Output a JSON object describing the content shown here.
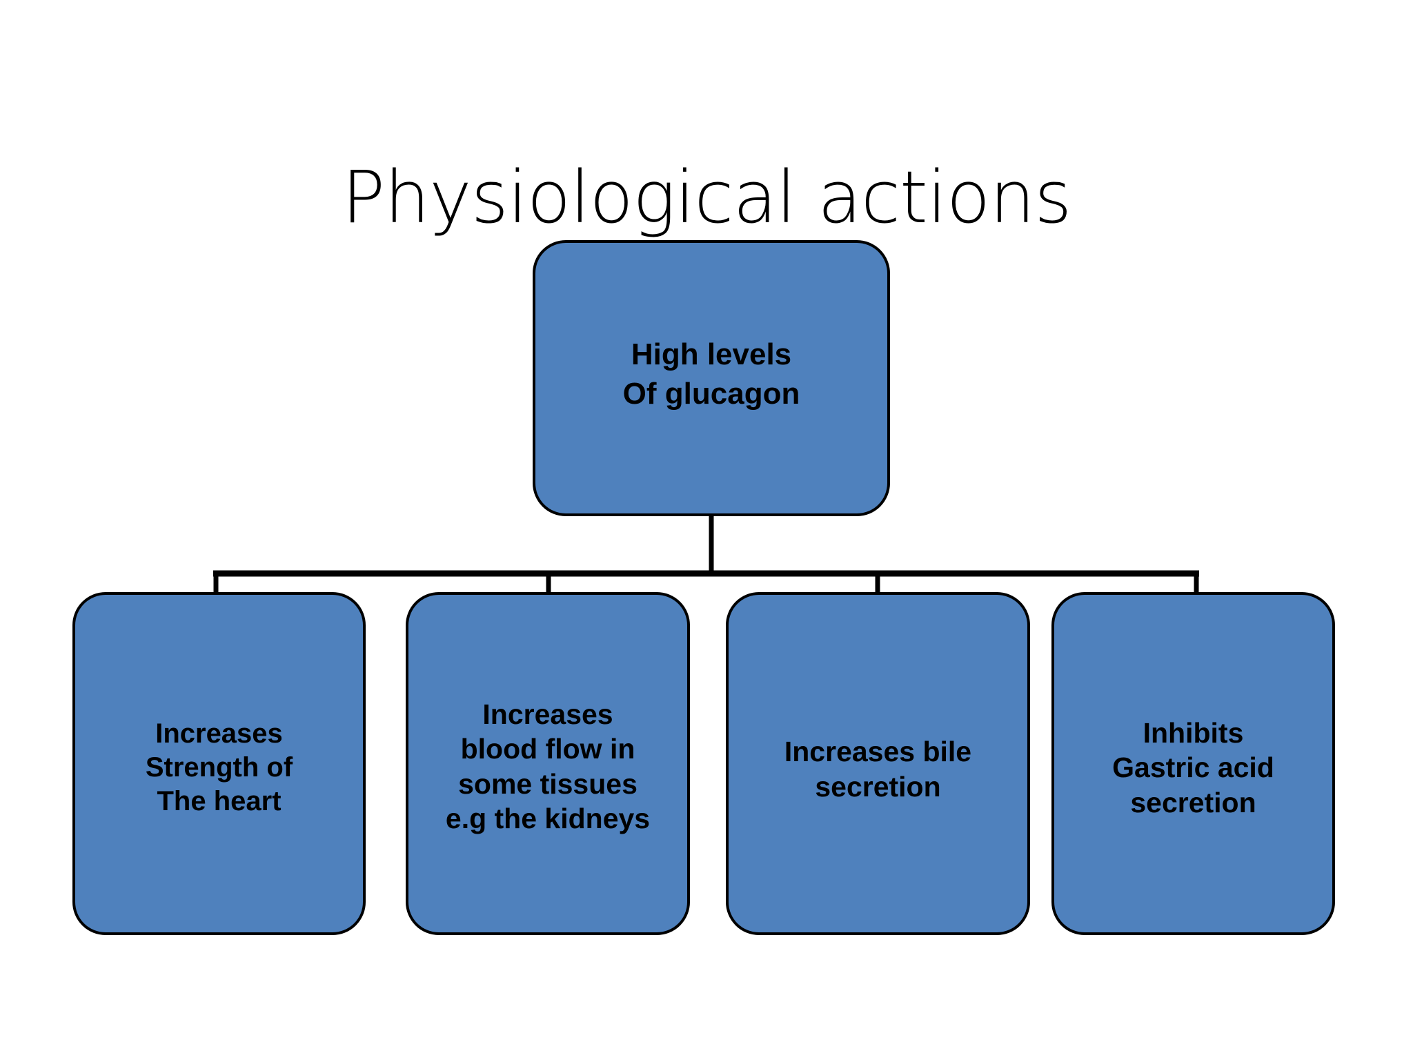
{
  "slide": {
    "title": "Physiological actions",
    "background_color": "#FFFFFF"
  },
  "theme": {
    "node_fill": "#4F81BD",
    "node_border": "#000000",
    "text_color": "#000000",
    "connector_color": "#000000"
  },
  "diagram": {
    "type": "hierarchy",
    "root": {
      "id": "root",
      "lines": "High levels\nOf glucagon",
      "text": "High levels Of glucagon"
    },
    "children": [
      {
        "id": "child-0",
        "lines": "Increases\nStrength of\nThe heart",
        "text": "Increases Strength of The heart"
      },
      {
        "id": "child-1",
        "lines": "Increases\nblood flow in\nsome tissues\ne.g the kidneys",
        "text": "Increases blood flow in some tissues e.g the kidneys"
      },
      {
        "id": "child-2",
        "lines": "Increases bile\nsecretion",
        "text": "Increases bile secretion"
      },
      {
        "id": "child-3",
        "lines": "Inhibits\nGastric acid\nsecretion",
        "text": "Inhibits Gastric acid secretion"
      }
    ],
    "connector_style": "orthogonal-bus"
  }
}
